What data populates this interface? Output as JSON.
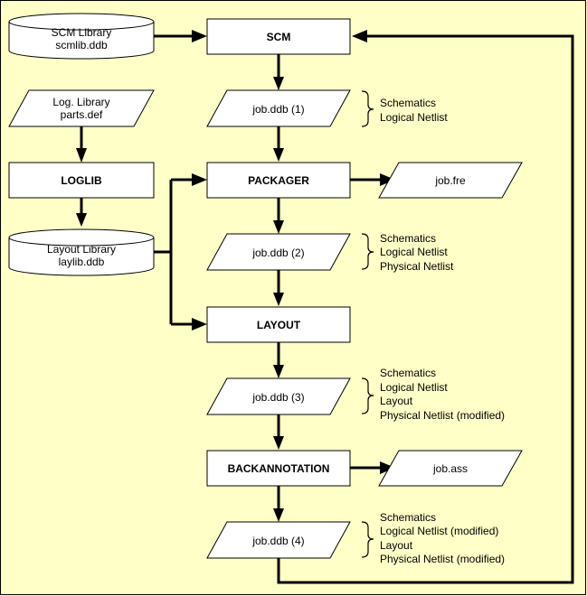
{
  "colors": {
    "background": "#ffffc8",
    "box_fill": "#ffffff",
    "stroke": "#000000"
  },
  "libraries": {
    "scm": {
      "line1": "SCM Library",
      "line2": "scmlib.ddb"
    },
    "layout": {
      "line1": "Layout Library",
      "line2": "laylib.ddb"
    }
  },
  "inputs": {
    "loglib_source": {
      "line1": "Log. Library",
      "line2": "parts.def"
    }
  },
  "processes": {
    "loglib": "LOGLIB",
    "scm": "SCM",
    "packager": "PACKAGER",
    "layout": "LAYOUT",
    "backannotation": "BACKANNOTATION"
  },
  "data_files": {
    "job1": "job.ddb (1)",
    "job2": "job.ddb (2)",
    "job3": "job.ddb (3)",
    "job4": "job.ddb (4)",
    "jobfre": "job.fre",
    "jobass": "job.ass"
  },
  "notes": {
    "job1": [
      "Schematics",
      "Logical Netlist"
    ],
    "job2": [
      "Schematics",
      "Logical Netlist",
      "Physical Netlist"
    ],
    "job3": [
      "Schematics",
      "Logical Netlist",
      "Layout",
      "Physical Netlist (modified)"
    ],
    "job4": [
      "Schematics",
      "Logical Netlist (modified)",
      "Layout",
      "Physical Netlist (modified)"
    ]
  }
}
